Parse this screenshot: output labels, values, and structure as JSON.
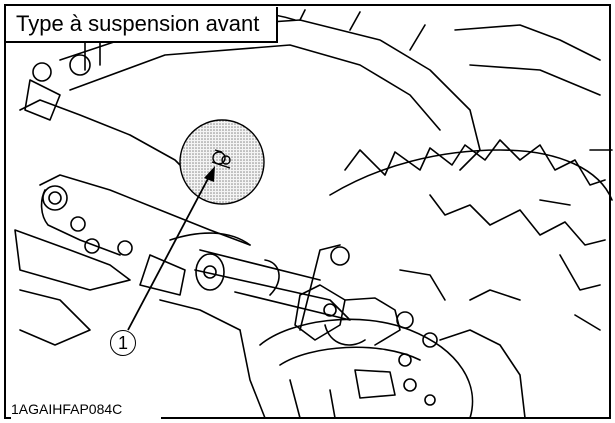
{
  "figure": {
    "title": "Type à suspension avant",
    "reference_code": "1AGAIHFAP084C",
    "callout_number": "1"
  }
}
